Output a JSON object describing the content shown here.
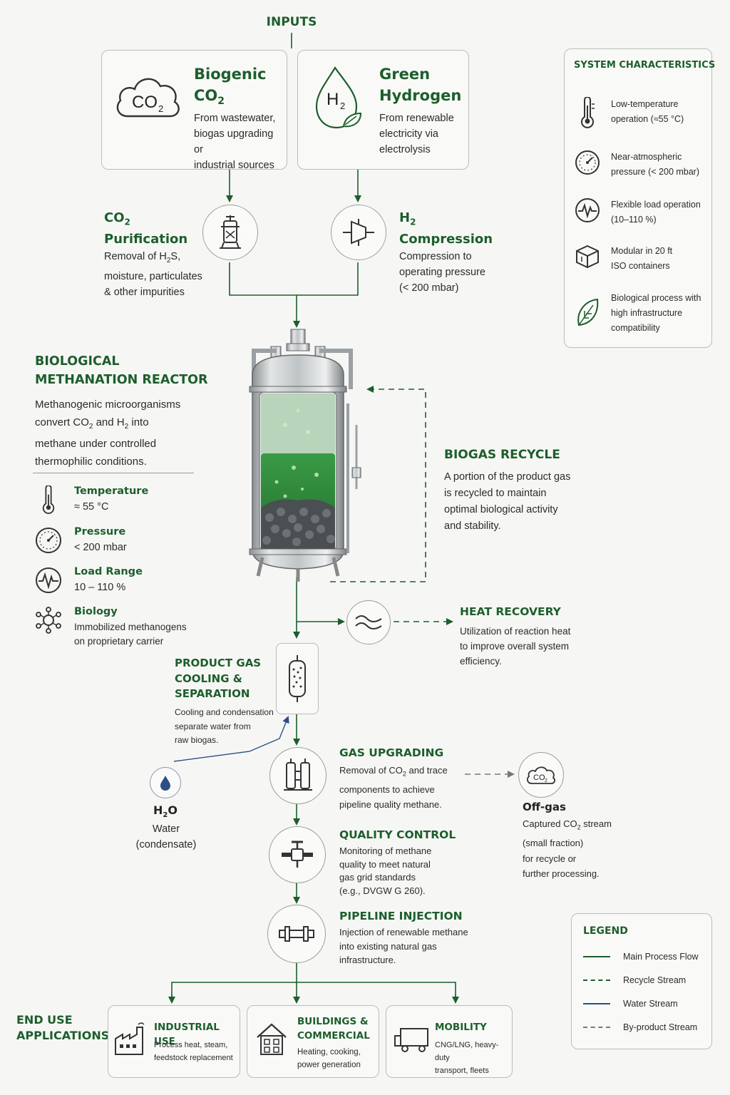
{
  "inputs_title": "INPUTS",
  "biogenic": {
    "title_1": "Biogenic",
    "title_2": "CO",
    "title_2_sub": "2",
    "icon_text": "CO",
    "icon_sub": "2",
    "desc": [
      "From wastewater,",
      "biogas upgrading or",
      "industrial sources"
    ]
  },
  "hydrogen": {
    "title_1": "Green",
    "title_2": "Hydrogen",
    "icon_text": "H",
    "icon_sub": "2",
    "desc": [
      "From renewable",
      "electricity via",
      "electrolysis"
    ]
  },
  "co2_purification": {
    "title_1": "CO",
    "title_1_sub": "2",
    "title_2": "Purification",
    "desc_1_a": "Removal of H",
    "desc_1_sub": "2",
    "desc_1_b": "S,",
    "desc_2": "moisture, particulates",
    "desc_3": "& other impurities"
  },
  "h2_compression": {
    "title_1": "H",
    "title_1_sub": "2",
    "title_2": "Compression",
    "desc": [
      "Compression to",
      "operating pressure",
      "(< 200 mbar)"
    ]
  },
  "system_characteristics": {
    "title": "SYSTEM CHARACTERISTICS",
    "items": [
      {
        "icon": "thermometer-icon",
        "lines": [
          "Low-temperature",
          "operation (≈55 °C)"
        ]
      },
      {
        "icon": "gauge-icon",
        "lines": [
          "Near-atmospheric",
          "pressure (< 200 mbar)"
        ]
      },
      {
        "icon": "pulse-icon",
        "lines": [
          "Flexible load operation",
          "(10–110 %)"
        ]
      },
      {
        "icon": "container-icon",
        "lines": [
          "Modular in 20 ft",
          "ISO containers"
        ]
      },
      {
        "icon": "leaf-icon",
        "lines": [
          "Biological process with",
          "high infrastructure",
          "compatibility"
        ]
      }
    ]
  },
  "reactor": {
    "title_1": "BIOLOGICAL",
    "title_2": "METHANATION REACTOR",
    "desc_1": "Methanogenic microorganisms",
    "desc_2_a": "convert CO",
    "desc_2_sub1": "2",
    "desc_2_b": " and H",
    "desc_2_sub2": "2",
    "desc_2_c": " into",
    "desc_3": "methane under controlled",
    "desc_4": "thermophilic conditions."
  },
  "parameters": [
    {
      "icon": "thermometer-icon",
      "label": "Temperature",
      "value": "≈ 55 °C"
    },
    {
      "icon": "gauge-icon",
      "label": "Pressure",
      "value": "< 200 mbar"
    },
    {
      "icon": "pulse-icon",
      "label": "Load Range",
      "value": "10 – 110 %"
    },
    {
      "icon": "microbe-icon",
      "label": "Biology",
      "value_1": "Immobilized methanogens",
      "value_2": "on proprietary carrier"
    }
  ],
  "biogas_recycle": {
    "title": "BIOGAS RECYCLE",
    "desc": [
      "A portion of the product gas",
      "is recycled to maintain",
      "optimal biological activity",
      "and stability."
    ]
  },
  "heat_recovery": {
    "title": "HEAT RECOVERY",
    "desc": [
      "Utilization of reaction heat",
      "to improve overall system",
      "efficiency."
    ]
  },
  "product_gas": {
    "title": [
      "PRODUCT GAS",
      "COOLING &",
      "SEPARATION"
    ],
    "desc": [
      "Cooling and condensation",
      "separate water from",
      "raw biogas."
    ]
  },
  "water": {
    "formula_a": "H",
    "formula_sub": "2",
    "formula_b": "O",
    "label_1": "Water",
    "label_2": "(condensate)"
  },
  "gas_upgrading": {
    "title": "GAS UPGRADING",
    "desc_1_a": "Removal of CO",
    "desc_1_sub": "2",
    "desc_1_b": " and trace",
    "desc_2": "components to achieve",
    "desc_3": "pipeline quality methane."
  },
  "offgas": {
    "icon_text": "CO",
    "icon_sub": "2",
    "title": "Off-gas",
    "desc_1_a": "Captured CO",
    "desc_1_sub": "2",
    "desc_1_b": " stream",
    "desc_2": "(small fraction)",
    "desc_3": "for recycle or",
    "desc_4": "further processing."
  },
  "quality_control": {
    "title": "QUALITY CONTROL",
    "desc": [
      "Monitoring of methane",
      "quality to meet natural",
      "gas grid standards",
      "(e.g., DVGW G 260)."
    ]
  },
  "pipeline_injection": {
    "title": "PIPELINE INJECTION",
    "desc": [
      "Injection of renewable methane",
      "into existing natural gas",
      "infrastructure."
    ]
  },
  "legend": {
    "title": "LEGEND",
    "items": [
      {
        "label": "Main Process Flow",
        "color": "#1d5e2c",
        "style": "solid"
      },
      {
        "label": "Recycle Stream",
        "color": "#1d5e2c",
        "style": "dashed"
      },
      {
        "label": "Water Stream",
        "color": "#2b4f86",
        "style": "solid"
      },
      {
        "label": "By-product Stream",
        "color": "#777777",
        "style": "dashed"
      }
    ]
  },
  "end_use": {
    "title_1": "END USE",
    "title_2": "APPLICATIONS",
    "items": [
      {
        "icon": "factory-icon",
        "title": "INDUSTRIAL USE",
        "desc": [
          "Process heat, steam,",
          "feedstock replacement"
        ]
      },
      {
        "icon": "building-icon",
        "title_1": "BUILDINGS &",
        "title_2": "COMMERCIAL",
        "desc": [
          "Heating, cooking,",
          "power generation"
        ]
      },
      {
        "icon": "truck-icon",
        "title": "MOBILITY",
        "desc": [
          "CNG/LNG, heavy-duty",
          "transport, fleets"
        ]
      }
    ]
  },
  "colors": {
    "main": "#1d5e2c",
    "water": "#2b4f86",
    "byproduct": "#777777",
    "reactor_liquid": "#2e8b3d"
  }
}
